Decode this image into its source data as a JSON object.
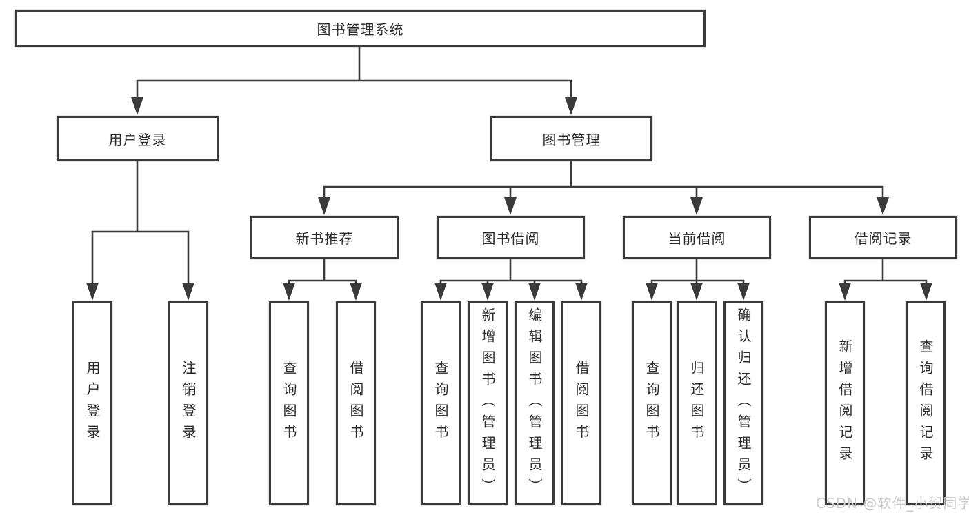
{
  "tree": {
    "root": {
      "label": "图书管理系统"
    },
    "level2": [
      {
        "label": "用户登录",
        "children": [
          {
            "label": "用户登录"
          },
          {
            "label": "注销登录"
          }
        ]
      },
      {
        "label": "图书管理",
        "children": [
          {
            "label": "新书推荐",
            "children": [
              {
                "label": "查询图书"
              },
              {
                "label": "借阅图书"
              }
            ]
          },
          {
            "label": "图书借阅",
            "children": [
              {
                "label": "查询图书"
              },
              {
                "label": "新增图书（管理员）"
              },
              {
                "label": "编辑图书（管理员）"
              },
              {
                "label": "借阅图书"
              }
            ]
          },
          {
            "label": "当前借阅",
            "children": [
              {
                "label": "查询图书"
              },
              {
                "label": "归还图书"
              },
              {
                "label": "确认归还（管理员）"
              }
            ]
          },
          {
            "label": "借阅记录",
            "children": [
              {
                "label": "新增借阅记录"
              },
              {
                "label": "查询借阅记录"
              }
            ]
          }
        ]
      }
    ]
  },
  "watermark": "CSDN @软件_小贺同学",
  "colors": {
    "line": "#3a3a3c",
    "border": "#3a3a3c",
    "text": "#2b2b2b",
    "watermark": "#c9c9ce",
    "background": "#ffffff"
  }
}
